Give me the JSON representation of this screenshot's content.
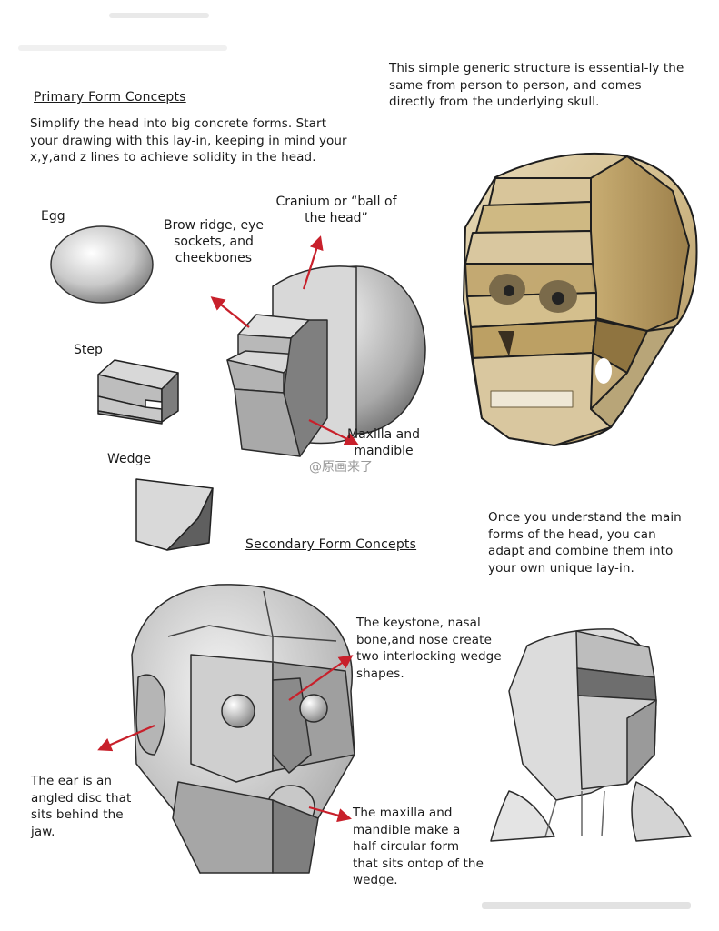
{
  "primary": {
    "heading": "Primary Form Concepts",
    "intro": "Simplify the head into big concrete forms.  Start your drawing with this lay-in, keeping in mind your x,y,and z lines to achieve solidity in the head."
  },
  "skull_note": "This simple generic structure is essential-ly the same from person to person, and comes directly from the underlying skull.",
  "shapes": {
    "egg": "Egg",
    "step": "Step",
    "wedge": "Wedge"
  },
  "annotations": {
    "cranium": "Cranium or “ball of the head”",
    "brow": "Brow ridge, eye sockets, and cheekbones",
    "maxilla": "Maxilla and mandible"
  },
  "adapt_note": "Once you understand the main forms of the head, you can adapt and combine them into your own unique lay-in.",
  "secondary": {
    "heading": "Secondary Form Concepts",
    "keystone": "The keystone, nasal bone,and nose create two interlocking wedge shapes.",
    "ear": "The ear is an angled disc that sits behind the jaw.",
    "mandible": "The maxilla and mandible make a half circular form that sits ontop of the wedge."
  },
  "watermark": "@原画来了",
  "colors": {
    "arrow": "#c8202b",
    "ink": "#1a1a1a"
  }
}
